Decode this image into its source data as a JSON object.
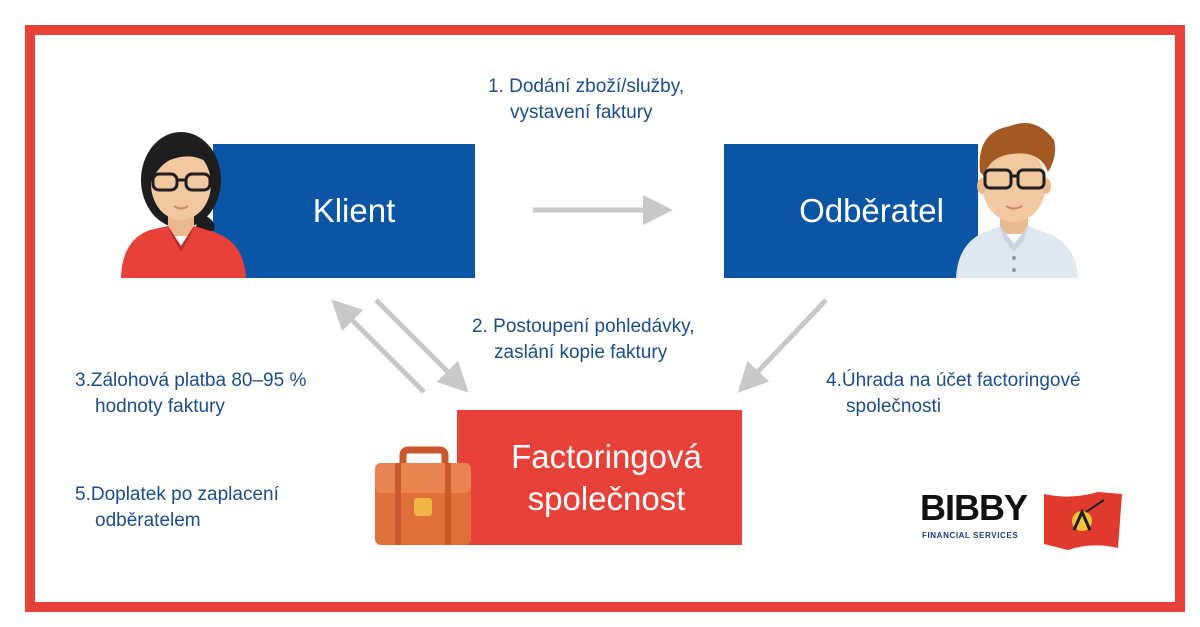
{
  "nodes": {
    "client": "Klient",
    "customer": "Odběratel",
    "factor_line1": "Factoringová",
    "factor_line2": "společnost"
  },
  "steps": {
    "s1": {
      "num": "1.",
      "line1": "Dodání zboží/služby,",
      "line2": "vystavení faktury"
    },
    "s2": {
      "num": "2.",
      "line1": "Postoupení pohledávky,",
      "line2": "zaslání kopie faktury"
    },
    "s3": {
      "num": "3.",
      "line1": "Zálohová platba 80–95 %",
      "line2": "hodnoty faktury"
    },
    "s4": {
      "num": "4.",
      "line1": "Úhrada na účet factoringové",
      "line2": "společnosti"
    },
    "s5": {
      "num": "5.",
      "line1": "Doplatek po zaplacení",
      "line2": "odběratelem"
    }
  },
  "logo": {
    "name": "BIBBY",
    "tagline": "FINANCIAL SERVICES"
  },
  "colors": {
    "frame": "#e8413a",
    "blue": "#0a55a6",
    "red": "#e8413a",
    "text": "#1a4d8f",
    "arrow": "#c8c8c8"
  },
  "icons": [
    "woman-avatar-icon",
    "man-avatar-icon",
    "briefcase-icon",
    "bibby-flag-icon"
  ]
}
